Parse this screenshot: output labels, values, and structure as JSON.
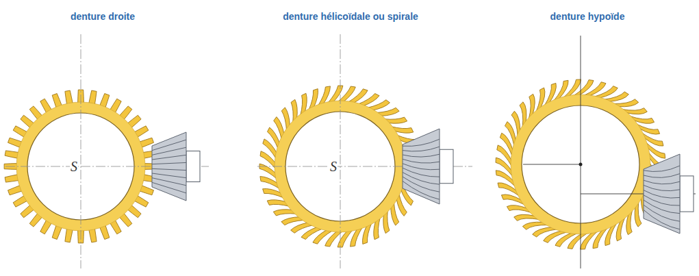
{
  "diagram": {
    "labels": [
      "denture droite",
      "denture hélicoïdale ou spirale",
      "denture hypoïde",
      "S",
      "S"
    ]
  }
}
